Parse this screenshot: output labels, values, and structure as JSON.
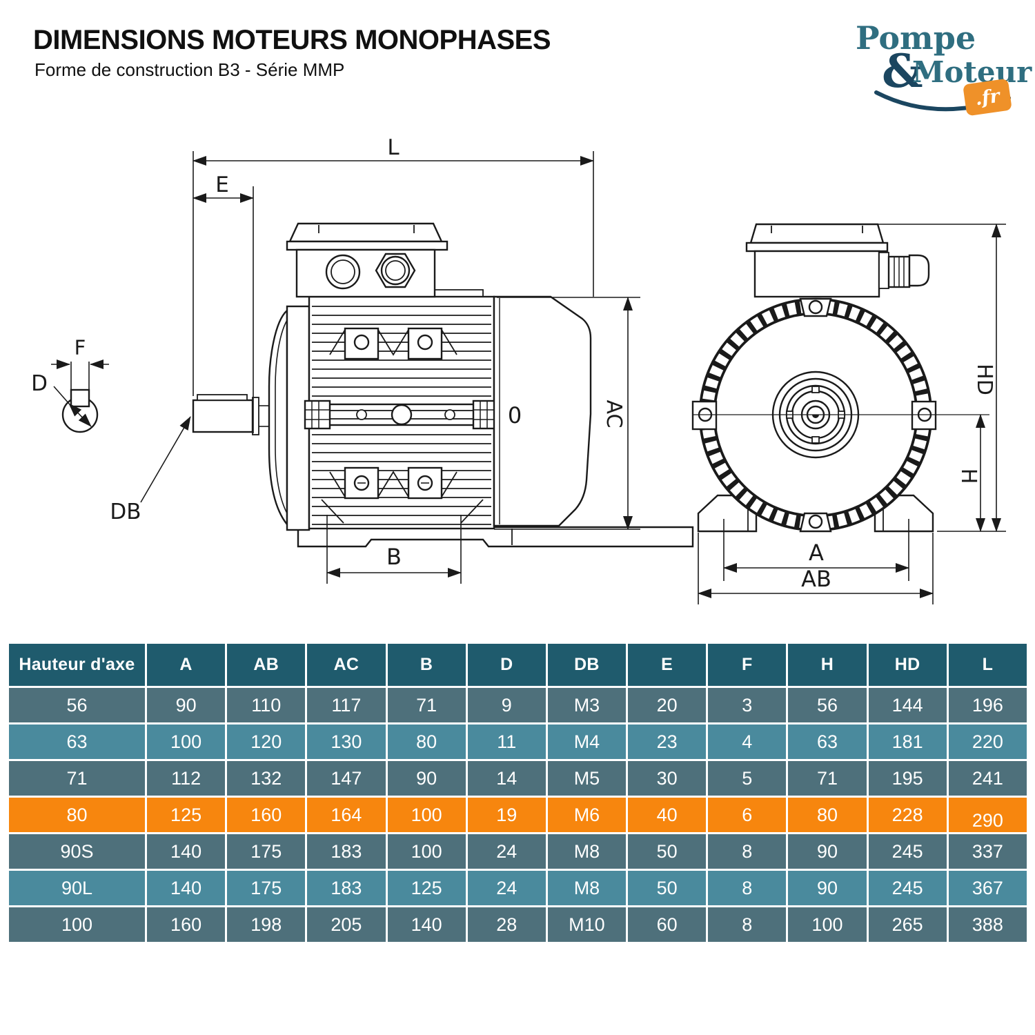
{
  "header": {
    "title": "DIMENSIONS MOTEURS MONOPHASES",
    "subtitle": "Forme de construction B3 - Série MMP"
  },
  "logo": {
    "word1": "Pompe",
    "ampersand": "&",
    "word2": "Moteur",
    "badge": ".fr",
    "teal": "#2f6e80",
    "navy": "#1b4660",
    "orange": "#ef9129"
  },
  "diagram": {
    "side": {
      "L": "L",
      "E": "E",
      "AC": "AC",
      "B": "B",
      "DB": "DB",
      "zero": "0"
    },
    "shaft": {
      "D": "D",
      "F": "F"
    },
    "front": {
      "HD": "HD",
      "H": "H",
      "A": "A",
      "AB": "AB"
    }
  },
  "table": {
    "columns": [
      "Hauteur d'axe",
      "A",
      "AB",
      "AC",
      "B",
      "D",
      "DB",
      "E",
      "F",
      "H",
      "HD",
      "L"
    ],
    "rows": [
      {
        "label": "56",
        "values": [
          "90",
          "110",
          "117",
          "71",
          "9",
          "M3",
          "20",
          "3",
          "56",
          "144",
          "196"
        ],
        "highlight": false
      },
      {
        "label": "63",
        "values": [
          "100",
          "120",
          "130",
          "80",
          "11",
          "M4",
          "23",
          "4",
          "63",
          "181",
          "220"
        ],
        "highlight": false
      },
      {
        "label": "71",
        "values": [
          "112",
          "132",
          "147",
          "90",
          "14",
          "M5",
          "30",
          "5",
          "71",
          "195",
          "241"
        ],
        "highlight": false
      },
      {
        "label": "80",
        "values": [
          "125",
          "160",
          "164",
          "100",
          "19",
          "M6",
          "40",
          "6",
          "80",
          "228",
          "290"
        ],
        "highlight": true
      },
      {
        "label": "90S",
        "values": [
          "140",
          "175",
          "183",
          "100",
          "24",
          "M8",
          "50",
          "8",
          "90",
          "245",
          "337"
        ],
        "highlight": false
      },
      {
        "label": "90L",
        "values": [
          "140",
          "175",
          "183",
          "125",
          "24",
          "M8",
          "50",
          "8",
          "90",
          "245",
          "367"
        ],
        "highlight": false
      },
      {
        "label": "100",
        "values": [
          "160",
          "198",
          "205",
          "140",
          "28",
          "M10",
          "60",
          "8",
          "100",
          "265",
          "388"
        ],
        "highlight": false
      }
    ],
    "colors": {
      "header_bg": "#1f5b6d",
      "row_dark": "#4e707b",
      "row_light": "#4a8a9d",
      "highlight": "#f7860e",
      "text": "#ffffff"
    }
  }
}
